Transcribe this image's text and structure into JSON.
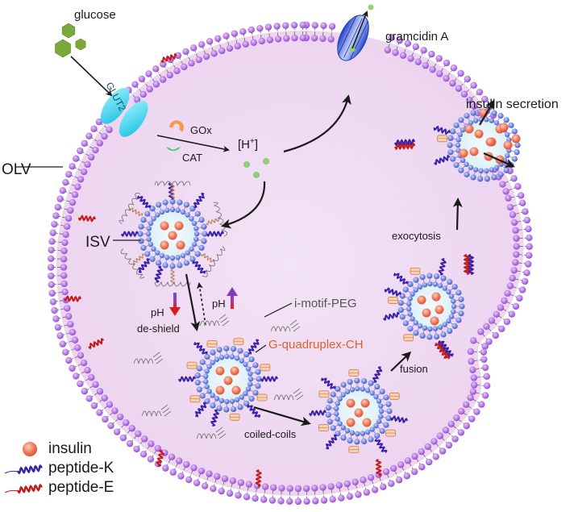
{
  "figure": {
    "labels": {
      "glucose": "glucose",
      "glut2": "GLUT2",
      "gox": "GOx",
      "cat": "CAT",
      "proton": "[H",
      "proton_sup": "+",
      "proton_close": "]",
      "gramicidin": "gramcidin A",
      "insulin_secretion": "insulin secretion",
      "olv": "OLV",
      "isv": "ISV",
      "ph_down": "pH",
      "de_shield": "de-shield",
      "ph_up": "pH",
      "i_motif": "i-motif-PEG",
      "g_quadruplex": "G-quadruplex-CH",
      "coiled_coils": "coiled-coils",
      "fusion": "fusion",
      "exocytosis": "exocytosis"
    },
    "legend": [
      {
        "label": "insulin",
        "icon": "insulin-sphere-icon",
        "color": "#f07a5a"
      },
      {
        "label": "peptide-K",
        "icon": "peptide-k-helix-icon",
        "color": "#3a22a8"
      },
      {
        "label": "peptide-E",
        "icon": "peptide-e-helix-icon",
        "color": "#c41a1a"
      }
    ],
    "colors": {
      "cell_interior": "#f5dff5",
      "lipid_head_outer": "#a25cd6",
      "lipid_head_inner": "#5a6fd0",
      "vesicle_core": "#e4f4fa",
      "insulin": "#f07a5a",
      "glucose": "#7aa83a",
      "glut2": "#3fd0e8",
      "gox": "#f29a45",
      "cat": "#39cf6a",
      "proton": "#8fd46a",
      "gramicidin": "#3a5fd8",
      "peptide_k": "#3a22a8",
      "peptide_e": "#c41a1a",
      "ph_down_arrow": "#e01818",
      "ph_up_arrow": "#7a3cc0"
    }
  }
}
